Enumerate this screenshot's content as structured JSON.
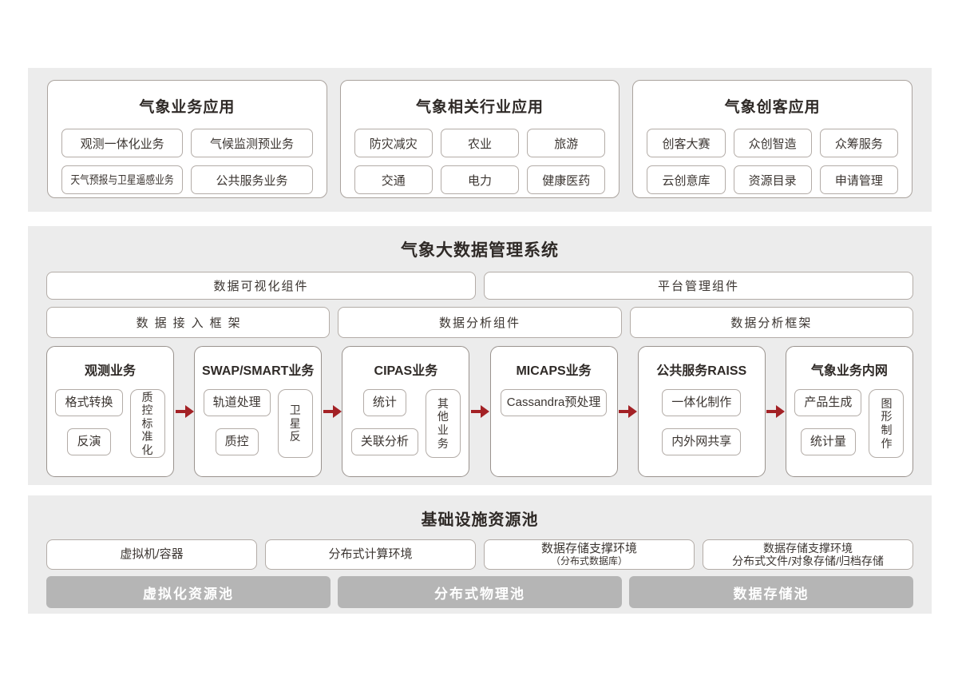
{
  "colors": {
    "panel_bg": "#ececec",
    "box_border": "#b3aca7",
    "text": "#3b3531",
    "arrow_red": "#a32125",
    "pool_bar_bg": "#b5b5b5",
    "pool_bar_text": "#ffffff"
  },
  "top_panels": [
    {
      "title": "气象业务应用",
      "items": [
        "观测一体化业务",
        "气候监测预业务",
        "天气预报与卫星遥感业务",
        "公共服务业务"
      ]
    },
    {
      "title": "气象相关行业应用",
      "items": [
        "防灾减灾",
        "农业",
        "旅游",
        "交通",
        "电力",
        "健康医药"
      ]
    },
    {
      "title": "气象创客应用",
      "items": [
        "创客大赛",
        "众创智造",
        "众筹服务",
        "云创意库",
        "资源目录",
        "申请管理"
      ]
    }
  ],
  "middle": {
    "title": "气象大数据管理系统",
    "row1": [
      "数据可视化组件",
      "平台管理组件"
    ],
    "row2": [
      "数据接入框架",
      "数据分析组件",
      "数据分析框架"
    ],
    "columns": [
      {
        "title": "观测业务",
        "buttons": [
          "格式转换",
          "反演"
        ],
        "vertical": "质控标准化"
      },
      {
        "title": "SWAP/SMART业务",
        "buttons": [
          "轨道处理",
          "质控"
        ],
        "vertical": "卫星反"
      },
      {
        "title": "CIPAS业务",
        "buttons": [
          "统计",
          "关联分析"
        ],
        "vertical": "其他业务"
      },
      {
        "title": "MICAPS业务",
        "buttons": [
          "Cassandra预处理"
        ],
        "vertical": ""
      },
      {
        "title": "公共服务RAISS",
        "buttons": [
          "一体化制作",
          "内外网共享"
        ],
        "vertical": ""
      },
      {
        "title": "气象业务内网",
        "buttons": [
          "产品生成",
          "统计量"
        ],
        "vertical": "图形制作"
      }
    ]
  },
  "bottom": {
    "title": "基础设施资源池",
    "white_boxes": [
      {
        "line1": "虚拟机/容器",
        "line2": ""
      },
      {
        "line1": "分布式计算环境",
        "line2": ""
      },
      {
        "line1": "数据存储支撑环境",
        "line2": "（分布式数据库）"
      },
      {
        "line1": "数据存储支撑环境",
        "line2": "分布式文件/对象存储/归档存储"
      }
    ],
    "pool_bars": [
      "虚拟化资源池",
      "分布式物理池",
      "数据存储池"
    ]
  }
}
